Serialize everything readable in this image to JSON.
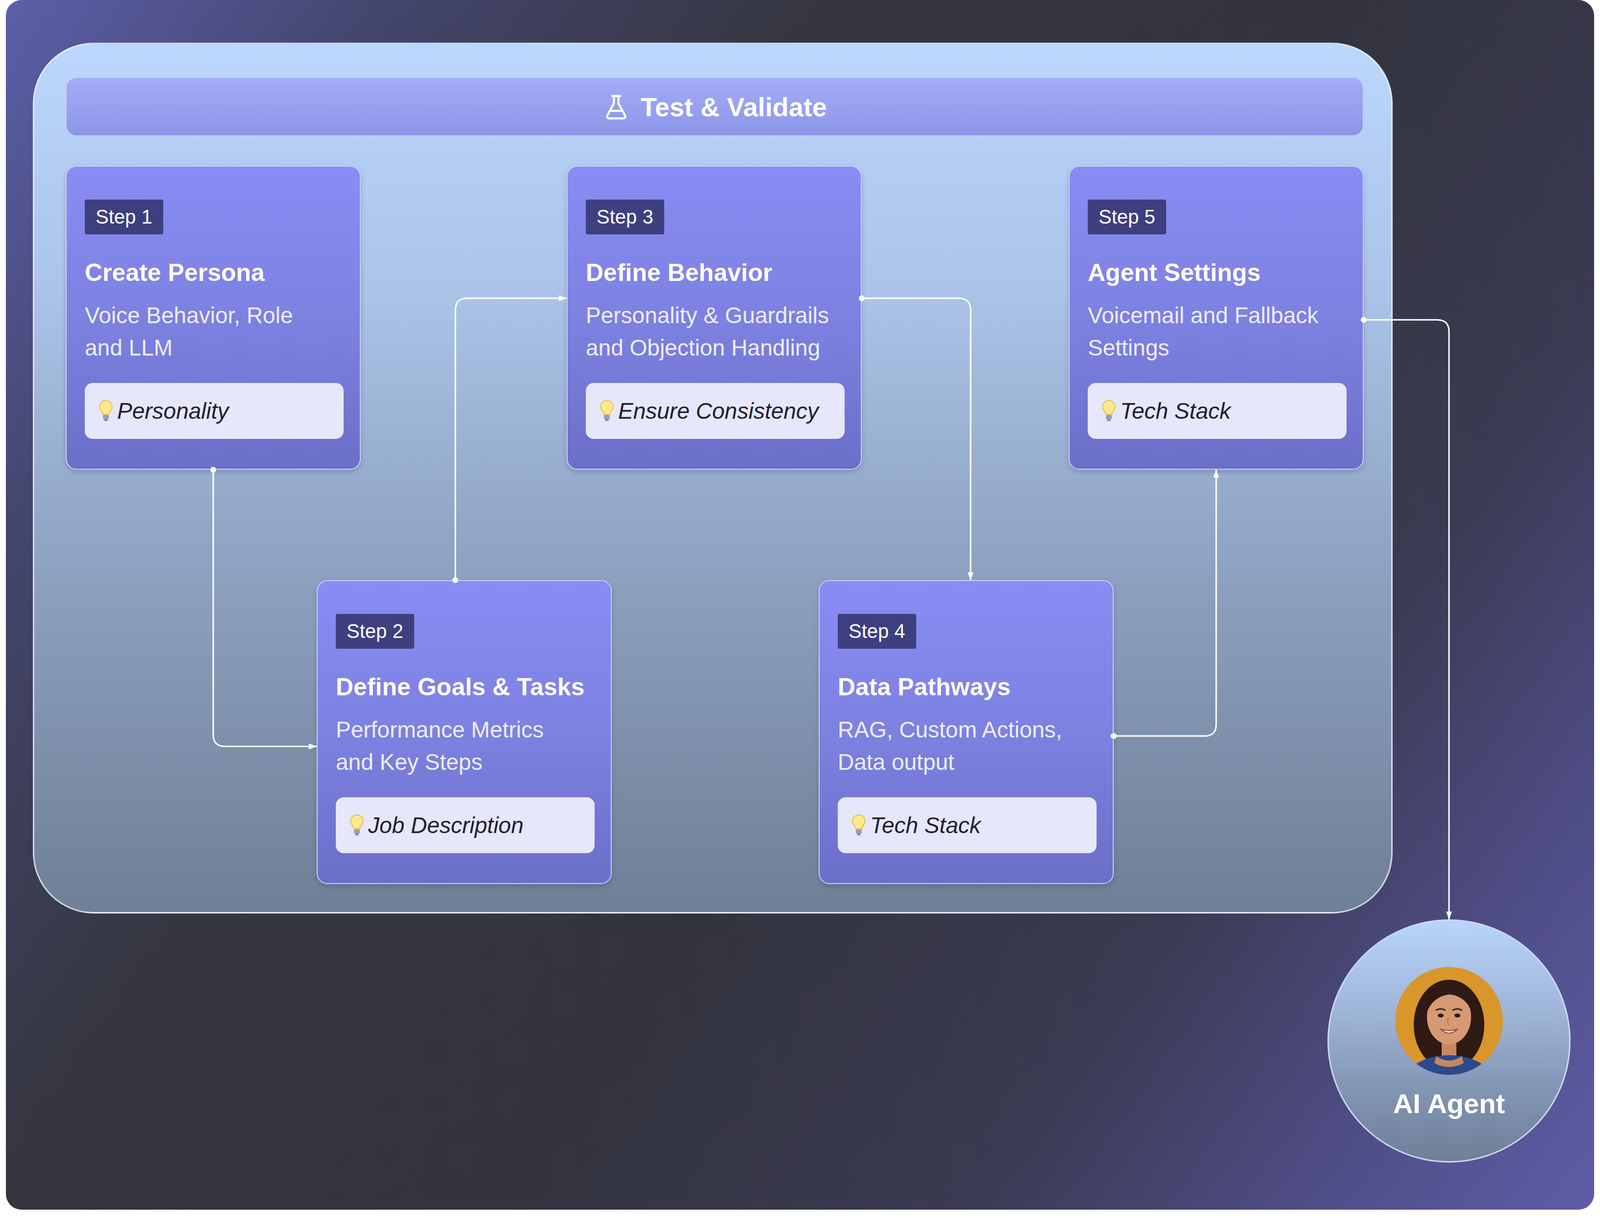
{
  "diagram": {
    "nodes": [
      {
        "text": [
          "Test & Validate"
        ]
      },
      {
        "text": [
          "Step 1",
          "Create Persona",
          "Voice Behavior, Role and LLM"
        ],
        "in": 0
      },
      {
        "text": [
          "Personality"
        ],
        "in": 1
      },
      {
        "text": [
          "Step 2",
          "Define Goals & Tasks",
          "Performance Metrics and Key Steps"
        ],
        "in": 0
      },
      {
        "text": [
          "Job Description"
        ],
        "in": 3
      },
      {
        "text": [
          "Step 3",
          "Define Behavior",
          "Personality & Guardrails and Objection Handling"
        ],
        "in": 0
      },
      {
        "text": [
          "Ensure Consistency"
        ],
        "in": 5
      },
      {
        "text": [
          "Step 4",
          "Data Pathways",
          "RAG, Custom Actions, Data output"
        ],
        "in": 0
      },
      {
        "text": [
          "Tech Stack"
        ],
        "in": 7
      },
      {
        "text": [
          "Step 5",
          "Agent Settings",
          "Voicemail and Fallback Settings"
        ],
        "in": 0
      },
      {
        "text": [
          "Tech Stack"
        ],
        "in": 9
      },
      {
        "text": [
          "AI Agent"
        ]
      }
    ],
    "edges": [
      {
        "from": 1,
        "to": 3,
        "arrow": "to"
      },
      {
        "from": 3,
        "to": 5,
        "arrow": "to"
      },
      {
        "from": 5,
        "to": 7,
        "arrow": "to"
      },
      {
        "from": 7,
        "to": 9,
        "arrow": "to"
      },
      {
        "from": 9,
        "to": 11,
        "arrow": "to"
      }
    ]
  }
}
